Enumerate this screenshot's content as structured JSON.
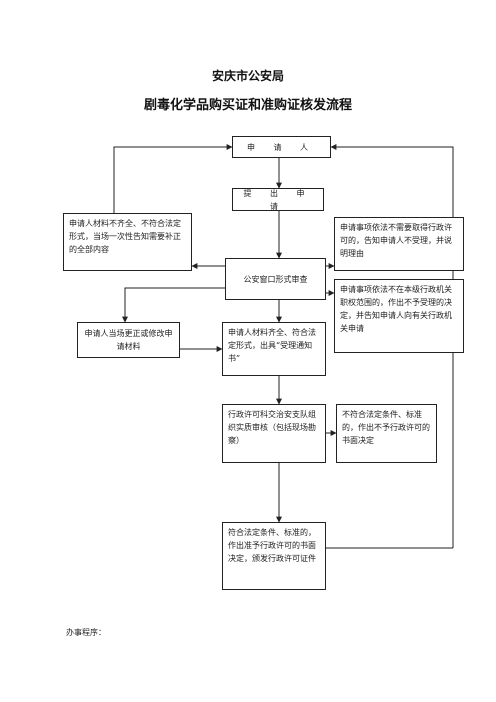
{
  "header": {
    "agency": "安庆市公安局",
    "title": "剧毒化学品购买证和准购证核发流程"
  },
  "nodes": {
    "applicant": "申 请 人",
    "submit": "提 出 申 请",
    "incomplete_materials": "申请人材料不齐全、不符合法定形式，当场一次性告知需要补正的全部内容",
    "no_permit_needed": "申请事项依法不需要取得行政许可的，告知申请人不受理，并说明理由",
    "window_review": "公安窗口形式审查",
    "not_in_jurisdiction": "申请事项依法不在本级行政机关职权范围的，作出不予受理的决定，并告知申请人向有关行政机关申请",
    "correct_on_site": "申请人当场更正或修改申请材料",
    "complete_materials": "申请人材料齐全、符合法定形式，出具“受理通知书”",
    "substantive_review": "行政许可科交治安支队组织实质审核（包括现场勘察）",
    "reject": "不符合法定条件、标准的，作出不予行政许可的书面决定",
    "approve": "符合法定条件、标准的，作出准予行政许可的书面决定，颁发行政许可证件"
  },
  "footer": "办事程序："
}
